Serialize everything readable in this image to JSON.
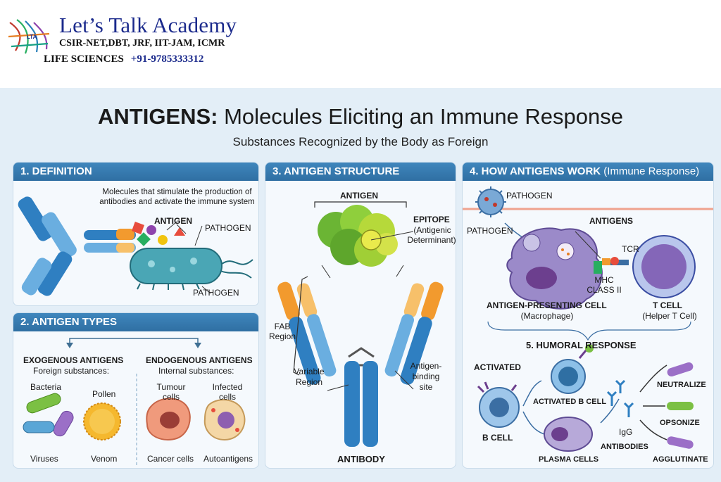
{
  "header": {
    "brand": "Let’s Talk Academy",
    "exams": "CSIR-NET,DBT, JRF, IIT-JAM, ICMR",
    "subject": "LIFE SCIENCES",
    "phone": "+91-9785333312",
    "logo_mark": "LTA"
  },
  "title": {
    "bold": "ANTIGENS:",
    "rest": " Molecules Eliciting an Immune Response",
    "subtitle": "Substances Recognized by the Body as Foreign"
  },
  "definition": {
    "heading": "1. DEFINITION",
    "text_line1": "Molecules that stimulate the production of",
    "text_line2": "antibodies and activate the immune system",
    "antigen_label": "ANTIGEN",
    "pathogen_top": "PATHOGEN",
    "pathogen_bottom": "PATHOGEN"
  },
  "types": {
    "heading": "2. ANTIGEN TYPES",
    "exogenous_title": "EXOGENOUS ANTIGENS",
    "exogenous_sub": "Foreign substances:",
    "endogenous_title": "ENDOGENOUS ANTIGENS",
    "endogenous_sub": "Internal substances:",
    "bacteria": "Bacteria",
    "pollen": "Pollen",
    "viruses": "Viruses",
    "venom": "Venom",
    "tumour_1": "Tumour",
    "tumour_2": "cells",
    "infected_1": "Infected",
    "infected_2": "cells",
    "cancer": "Cancer cells",
    "autoantigens": "Autoantigens"
  },
  "structure": {
    "heading": "3. ANTIGEN STRUCTURE",
    "antigen": "ANTIGEN",
    "epitope": "EPITOPE",
    "epitope_sub1": "(Antigenic",
    "epitope_sub2": "Determinant)",
    "fab_1": "FAB",
    "fab_2": "Region",
    "variable_1": "Variable",
    "variable_2": "Region",
    "binding_1": "Antigen-",
    "binding_2": "binding",
    "binding_3": "site",
    "antibody": "ANTIBODY"
  },
  "how": {
    "heading": "4. HOW ANTIGENS WORK",
    "heading_light": " (Immune Response)",
    "pathogen_top": "PATHOGEN",
    "pathogen_left": "PATHOGEN",
    "antigens": "ANTIGENS",
    "tcr": "TCR",
    "mhc_1": "MHC",
    "mhc_2": "CLASS II",
    "apc": "ANTIGEN-PRESENTING CELL",
    "apc_sub": "(Macrophage)",
    "tcell": "T CELL",
    "tcell_sub": "(Helper T Cell)"
  },
  "humoral": {
    "heading": "5. HUMORAL RESPONSE",
    "activated": "ACTIVATED",
    "bcell": "B CELL",
    "activated_b": "ACTIVATED B CELL",
    "plasma": "PLASMA CELLS",
    "igg": "IgG",
    "antibodies": "ANTIBODIES",
    "neutralize": "NEUTRALIZE",
    "opsonize": "OPSONIZE",
    "agglutinate": "AGGLUTINATE"
  },
  "colors": {
    "brand_blue": "#1b2a8c",
    "panel_header": "#3f86bd",
    "poster_bg": "#e3eef7",
    "antibody_blue": "#2f7fc1",
    "antibody_orange": "#f29a2e",
    "antigen_green": "#7cc43a",
    "macrophage_purple": "#8d7ac0"
  },
  "icons": [
    "logo-dna-icon",
    "antibody-icon",
    "bacterium-icon",
    "virus-icon",
    "pollen-icon",
    "cell-icon",
    "macrophage-icon",
    "t-cell-icon",
    "b-cell-icon",
    "plasma-cell-icon"
  ]
}
